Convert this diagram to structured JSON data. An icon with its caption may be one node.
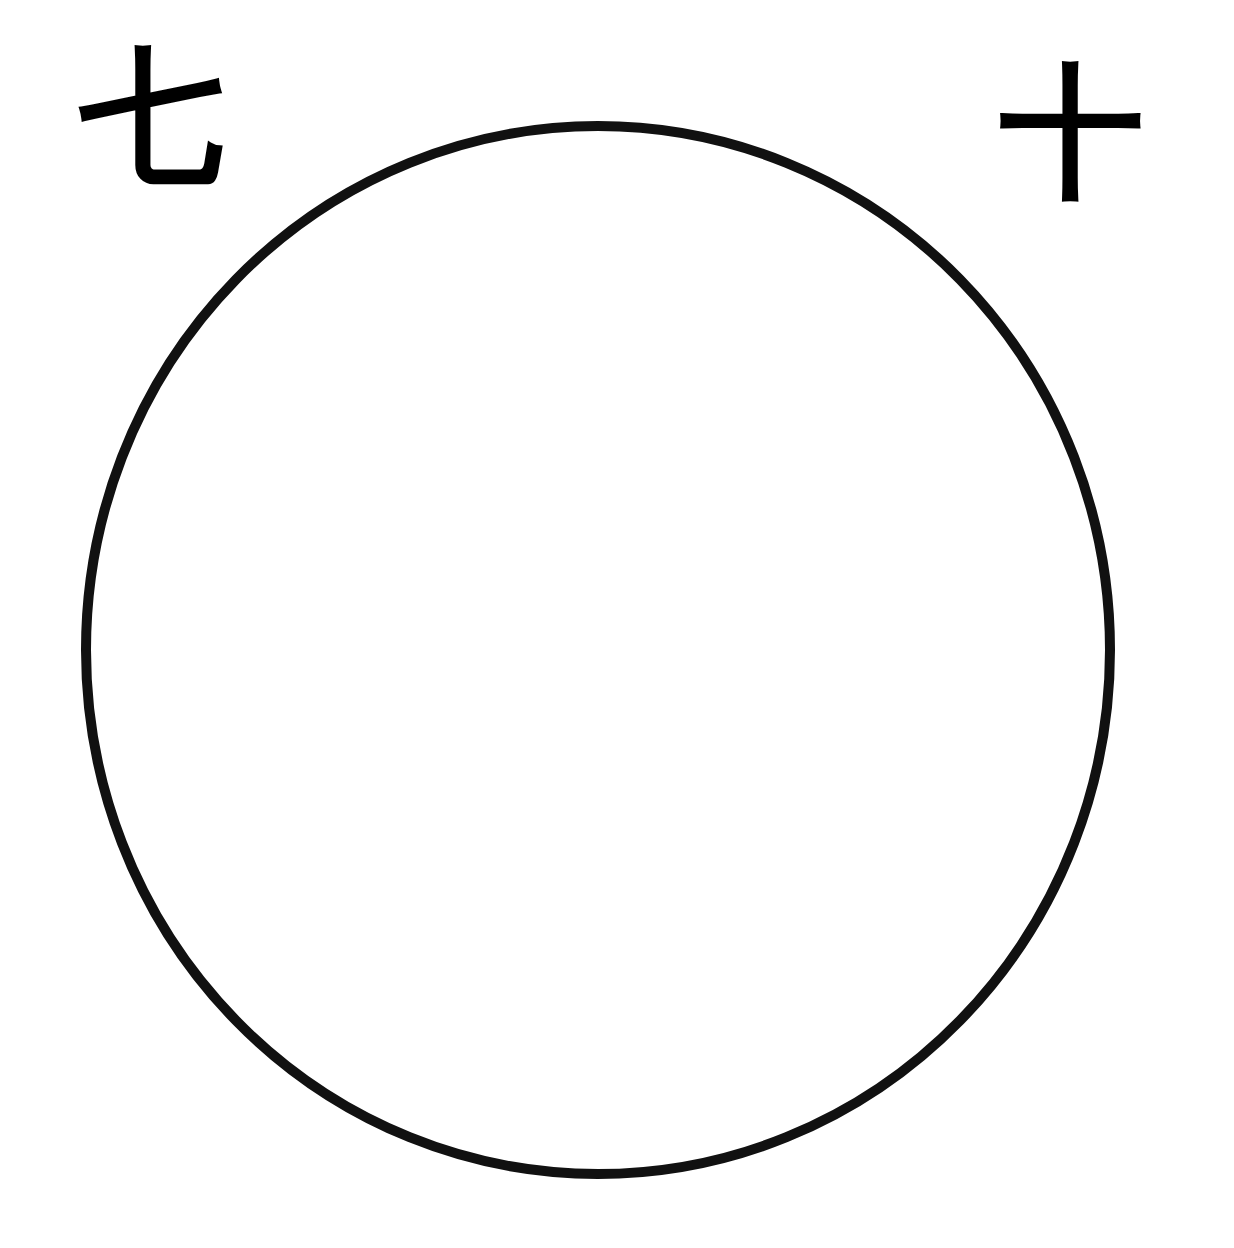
{
  "diagram": {
    "nodes": [
      {
        "text": [],
        "shape": "circle"
      }
    ],
    "labels": [
      "七",
      "十"
    ]
  }
}
